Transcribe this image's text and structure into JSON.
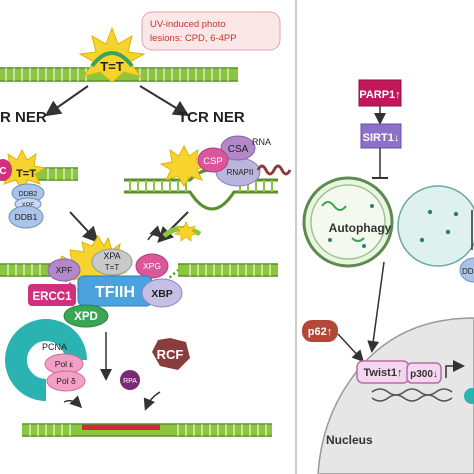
{
  "lesion_box": {
    "line1": "UV-induced photo",
    "line2": "lesions: CPD,  6-4PP"
  },
  "lesion_label": "T=T",
  "pathways": {
    "ggr_label": "R NER",
    "tcr_label": "TCR NER"
  },
  "ggr": {
    "lesion_label": "T=T",
    "partial_label": "C",
    "ddb2": "DDB2",
    "xpe": "XPE",
    "ddb1": "DDB1"
  },
  "tcr": {
    "csa": "CSA",
    "csp": "CSP",
    "rnapii": "RNAPII",
    "rna": "RNA"
  },
  "complex": {
    "xpa": "XPA",
    "lesion": "T=T",
    "xpf": "XPF",
    "xpg": "XPG",
    "ercc1": "ERCC1",
    "tfiih": "TFIIH",
    "xbp": "XBP",
    "xpd": "XPD"
  },
  "synthesis": {
    "pcna": "PCNA",
    "pol_e": "Pol ε",
    "pol_d": "Pol δ",
    "rpa": "RPA",
    "rcf": "RCF"
  },
  "right_panel": {
    "parp1": "PARP1↑",
    "sirt1": "SIRT1↓",
    "autophagy": "Autophagy",
    "p62": "p62↑",
    "twist1": "Twist1↑",
    "p300": "p300↓",
    "nucleus": "Nucleus",
    "edge_label": "DDB"
  },
  "colors": {
    "dna_green": "#8cc63f",
    "dna_backbone": "#5a8f2a",
    "repair_red": "#d7263d",
    "sun_yellow": "#f6d32d",
    "csa_purple": "#b388c9",
    "csp_pink": "#d9579a",
    "rnapii_lavender": "#b9b5dc",
    "ddb_blue": "#a9c4e8",
    "ercc1_magenta": "#d22f7f",
    "tfiih_blue": "#4aa3df",
    "xpd_green": "#3aa655",
    "xbp_lavender": "#c5bfe6",
    "pcna_teal": "#2bb3b1",
    "pol_pink": "#f2a0c4",
    "rcf_brown": "#8a3b3b",
    "rpa_purple": "#7a2a73",
    "parp1_red": "#c2185b",
    "sirt1_violet": "#8e6fc9",
    "autophagy_teal": "#dff1ee",
    "nucleus_grey": "#e6e6e6",
    "p62_red": "#b3473a",
    "twist_pink": "#f4d6ee"
  }
}
